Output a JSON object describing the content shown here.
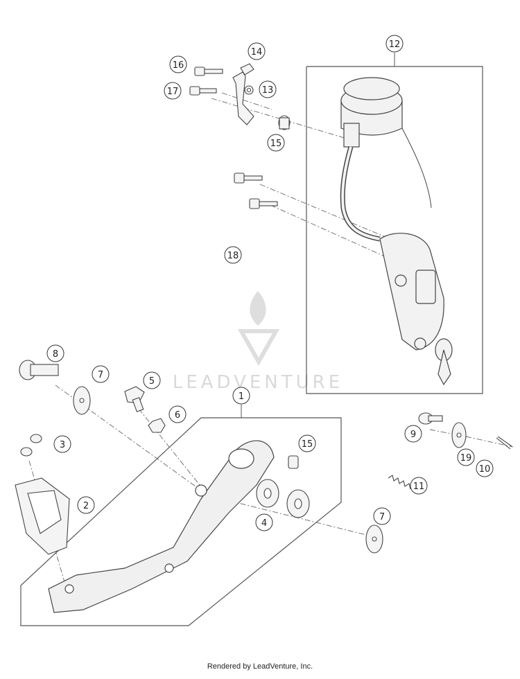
{
  "diagram": {
    "callouts": [
      "1",
      "2",
      "3",
      "4",
      "5",
      "6",
      "7",
      "7",
      "8",
      "9",
      "10",
      "11",
      "12",
      "13",
      "14",
      "15",
      "15",
      "16",
      "17",
      "18",
      "19"
    ],
    "watermark": {
      "text": "LEADVENTURE"
    }
  },
  "footer": {
    "text": "Rendered by LeadVenture, Inc."
  }
}
